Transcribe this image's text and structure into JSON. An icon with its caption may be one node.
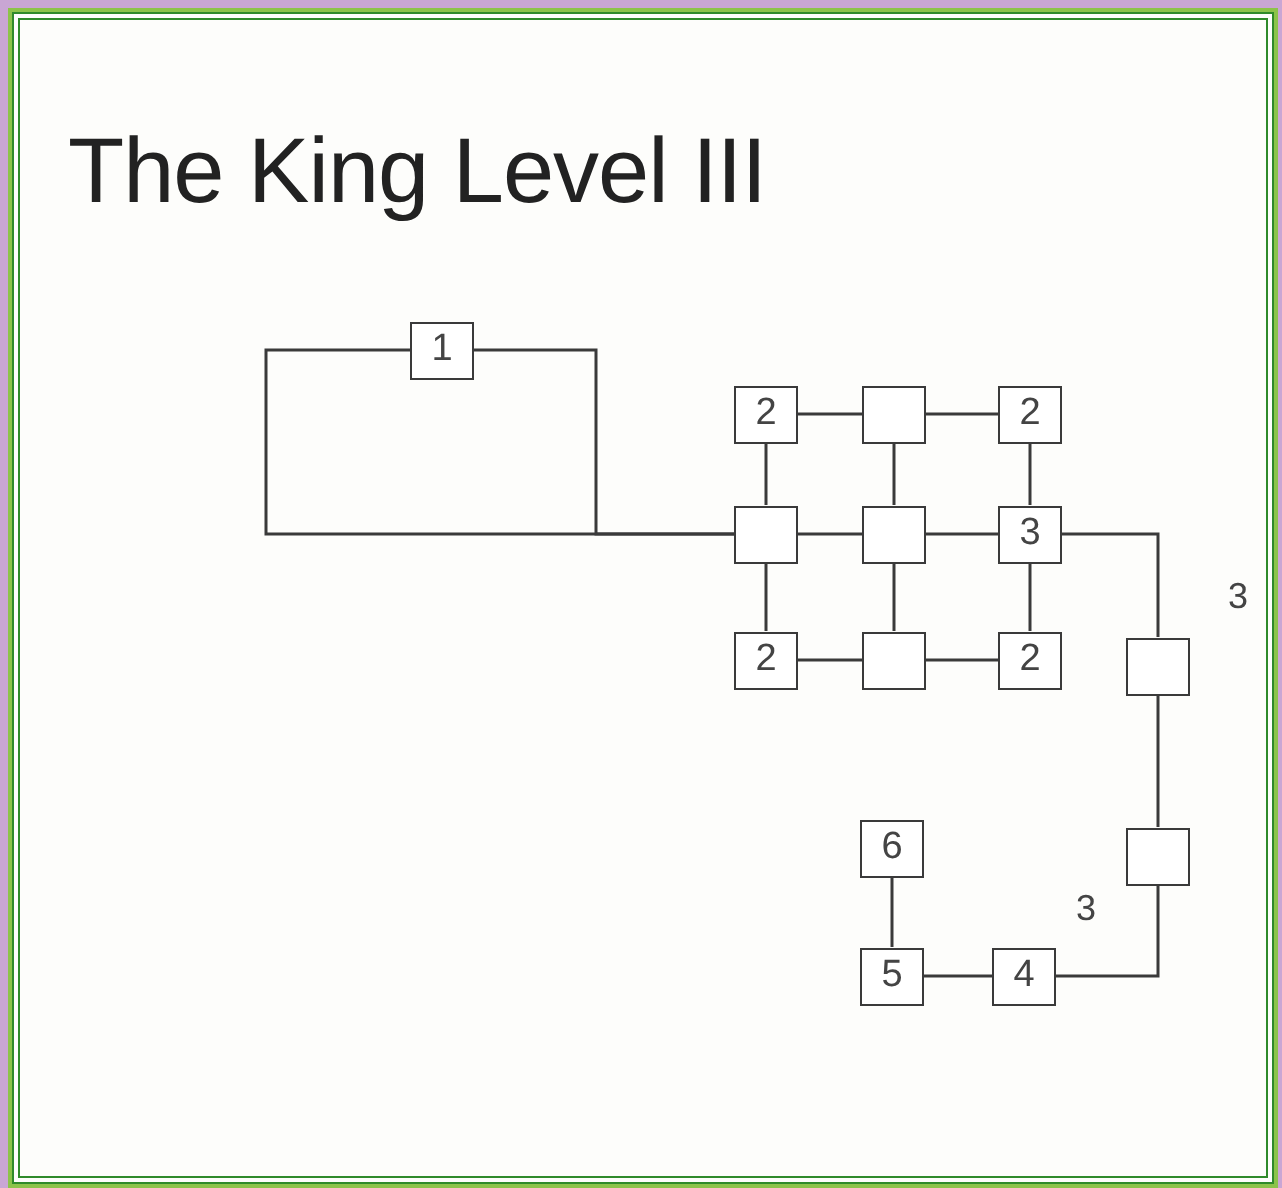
{
  "diagram": {
    "title": "The King Level III",
    "nodes": [
      {
        "text": [
          "1"
        ]
      },
      {
        "text": [
          "2"
        ]
      },
      {
        "text": [],
        "shape": "box"
      },
      {
        "text": [
          "2"
        ]
      },
      {
        "text": [],
        "shape": "box"
      },
      {
        "text": [],
        "shape": "box"
      },
      {
        "text": [
          "3"
        ]
      },
      {
        "text": [
          "2"
        ]
      },
      {
        "text": [],
        "shape": "box"
      },
      {
        "text": [
          "2"
        ]
      },
      {
        "text": [],
        "shape": "box"
      },
      {
        "text": [],
        "shape": "box"
      },
      {
        "text": [
          "6"
        ]
      },
      {
        "text": [
          "5"
        ]
      },
      {
        "text": [
          "4"
        ]
      }
    ],
    "edges": [
      {
        "from": 0,
        "to": 4,
        "arrow": "none"
      },
      {
        "from": 0,
        "to": 4,
        "arrow": "none"
      },
      {
        "from": 1,
        "to": 2,
        "arrow": "none"
      },
      {
        "from": 2,
        "to": 3,
        "arrow": "none"
      },
      {
        "from": 4,
        "to": 5,
        "arrow": "none"
      },
      {
        "from": 5,
        "to": 6,
        "arrow": "none"
      },
      {
        "from": 7,
        "to": 8,
        "arrow": "none"
      },
      {
        "from": 8,
        "to": 9,
        "arrow": "none"
      },
      {
        "from": 1,
        "to": 4,
        "arrow": "none"
      },
      {
        "from": 4,
        "to": 7,
        "arrow": "none"
      },
      {
        "from": 2,
        "to": 5,
        "arrow": "none"
      },
      {
        "from": 5,
        "to": 8,
        "arrow": "none"
      },
      {
        "from": 3,
        "to": 6,
        "arrow": "none"
      },
      {
        "from": 6,
        "to": 9,
        "arrow": "none"
      },
      {
        "from": 6,
        "to": 10,
        "arrow": "none"
      },
      {
        "from": 10,
        "to": 11,
        "arrow": "none"
      },
      {
        "from": 11,
        "to": 14,
        "arrow": "none"
      },
      {
        "from": 14,
        "to": 13,
        "arrow": "none"
      },
      {
        "from": 13,
        "to": 12,
        "arrow": "none"
      }
    ],
    "labels": [
      "3",
      "3"
    ]
  }
}
